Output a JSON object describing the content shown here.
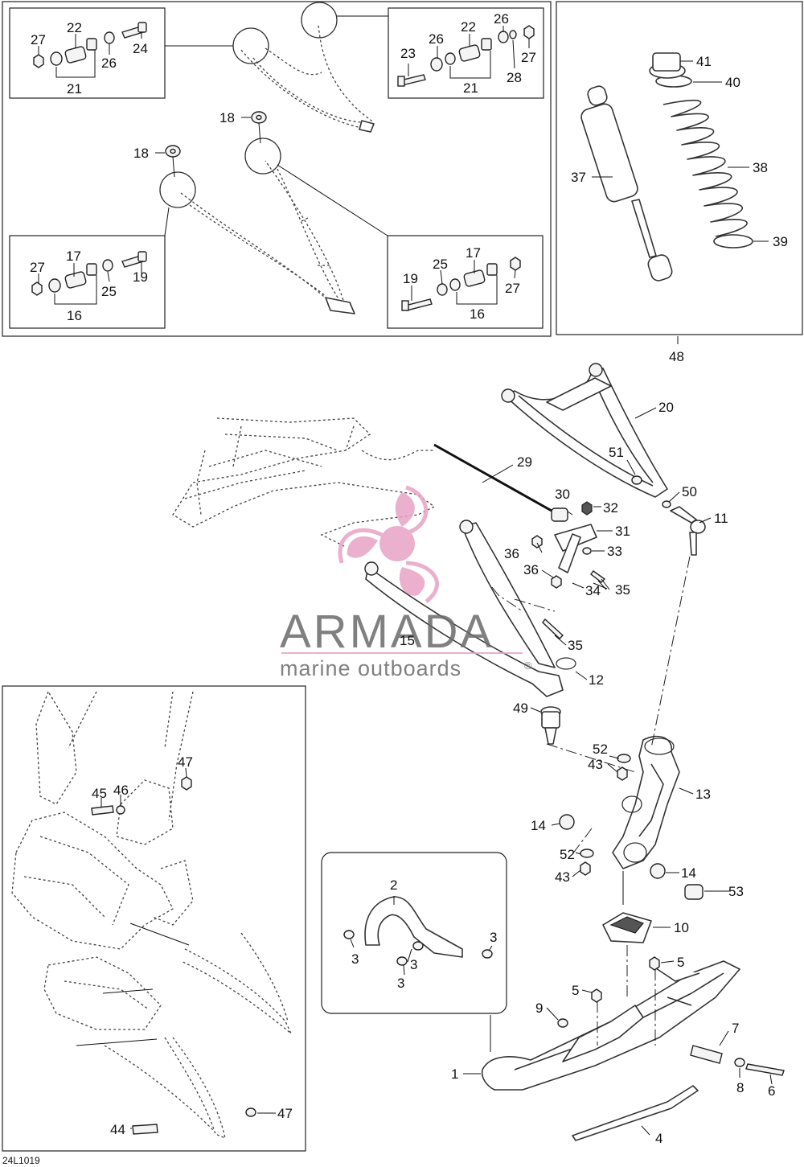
{
  "drawing_code": "24L1019",
  "watermark": {
    "brand": "ARMADA",
    "tagline": "marine outboards",
    "mark": "®",
    "logo_color": "#e7a3c6"
  },
  "callouts": {
    "c1": "1",
    "c2": "2",
    "c3a": "3",
    "c3b": "3",
    "c3c": "3",
    "c3d": "3",
    "c4": "4",
    "c5a": "5",
    "c5b": "5",
    "c6": "6",
    "c7": "7",
    "c8": "8",
    "c9": "9",
    "c10": "10",
    "c11": "11",
    "c12": "12",
    "c13": "13",
    "c14a": "14",
    "c14b": "14",
    "c15": "15",
    "c16a": "16",
    "c16b": "16",
    "c17a": "17",
    "c17b": "17",
    "c18a": "18",
    "c18b": "18",
    "c19a": "19",
    "c19b": "19",
    "c20": "20",
    "c21a": "21",
    "c21b": "21",
    "c22a": "22",
    "c22b": "22",
    "c23": "23",
    "c24": "24",
    "c25a": "25",
    "c25b": "25",
    "c26a": "26",
    "c26b": "26",
    "c26c": "26",
    "c27a": "27",
    "c27b": "27",
    "c27c": "27",
    "c27d": "27",
    "c28": "28",
    "c29": "29",
    "c30": "30",
    "c31": "31",
    "c32": "32",
    "c33": "33",
    "c34": "34",
    "c35a": "35",
    "c35b": "35",
    "c36a": "36",
    "c36b": "36",
    "c37": "37",
    "c38": "38",
    "c39": "39",
    "c40": "40",
    "c41": "41",
    "c43a": "43",
    "c43b": "43",
    "c44": "44",
    "c45": "45",
    "c46": "46",
    "c47a": "47",
    "c47b": "47",
    "c48": "48",
    "c49": "49",
    "c50": "50",
    "c51": "51",
    "c52a": "52",
    "c52b": "52",
    "c53": "53"
  }
}
